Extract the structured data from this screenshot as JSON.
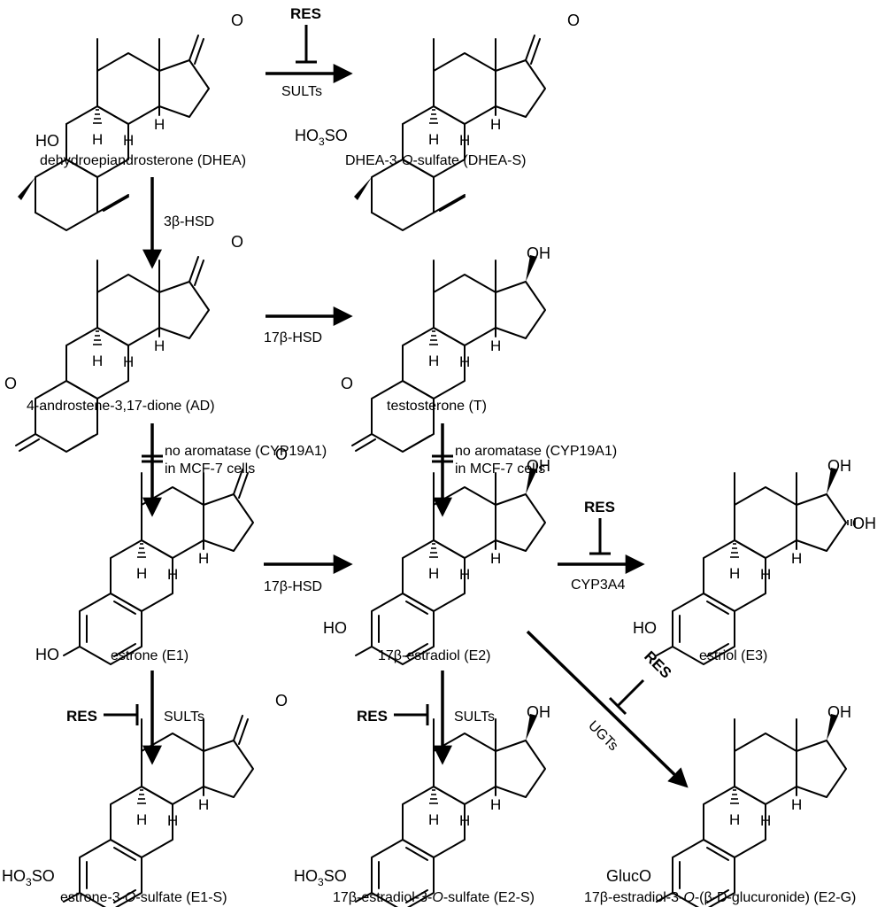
{
  "compounds": {
    "dhea": "dehydroepiandrosterone (DHEA)",
    "dhea_s": [
      "DHEA-3-",
      "O",
      "-sulfate (DHEA-S)"
    ],
    "ad": "4-androstene-3,17-dione (AD)",
    "t": "testosterone (T)",
    "e1": "estrone (E1)",
    "e2": "17β-estradiol (E2)",
    "e3": "estriol (E3)",
    "e1_s": [
      "estrone-3-",
      "O",
      "-sulfate (E1-S)"
    ],
    "e2_s": [
      "17β-estradiol-3-",
      "O",
      "-sulfate (E2-S)"
    ],
    "e2_g": [
      "17β-estradiol-3-",
      "O",
      "-(β-D-glucuronide) (E2-G)"
    ]
  },
  "enzymes": {
    "sults": "SULTs",
    "hsd3b": "3β-HSD",
    "hsd17b": "17β-HSD",
    "cyp3a4": "CYP3A4",
    "ugts": "UGTs",
    "no_aromatase_1": "no aromatase (CYP19A1)",
    "no_aromatase_2": "in MCF-7 cells"
  },
  "inhibitor": "RES",
  "atoms": {
    "O": "O",
    "OH": "OH",
    "HO": "HO",
    "H": "H",
    "HO3SO": [
      "HO",
      "3",
      "SO"
    ],
    "GlucO": "GlucO"
  }
}
